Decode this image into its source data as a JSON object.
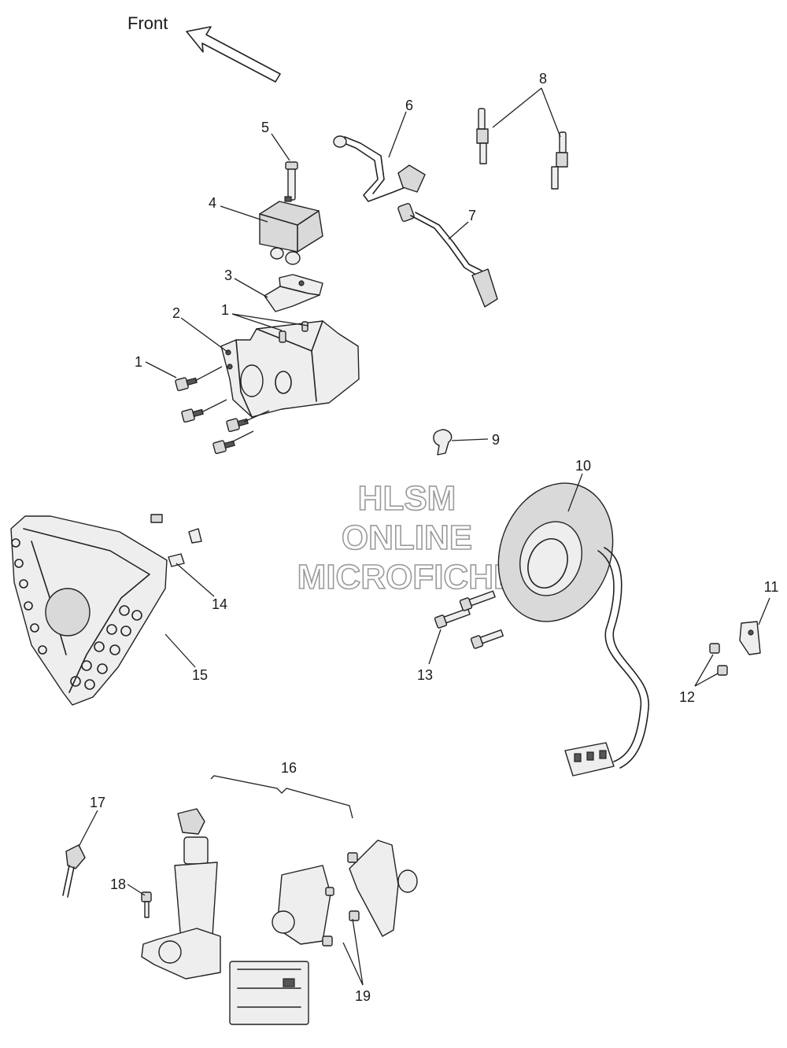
{
  "direction_label": "Front",
  "watermark": {
    "line1": "HLSM",
    "line2": "ONLINE",
    "line3": "MICROFICHE"
  },
  "callouts": {
    "c1": "1",
    "c2": "2",
    "c3": "3",
    "c4": "4",
    "c5": "5",
    "c6": "6",
    "c7": "7",
    "c8": "8",
    "c9": "9",
    "c10": "10",
    "c11": "11",
    "c12": "12",
    "c13": "13",
    "c14": "14",
    "c15": "15",
    "c16": "16",
    "c17": "17",
    "c18": "18",
    "c19": "19"
  },
  "colors": {
    "line": "#222222",
    "fill": "#d9d9d9",
    "watermark_outline": "#9a9a9a"
  }
}
